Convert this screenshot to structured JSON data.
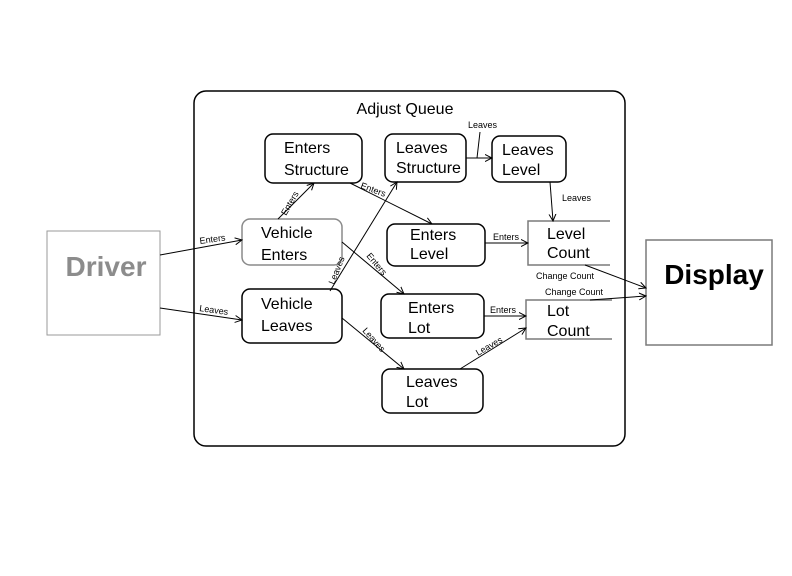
{
  "diagram": {
    "title": "Adjust Queue",
    "nodes": {
      "driver": "Driver",
      "display": "Display",
      "enters_structure": [
        "Enters",
        "Structure"
      ],
      "leaves_structure": [
        "Leaves",
        "Structure"
      ],
      "leaves_level": [
        "Leaves",
        "Level"
      ],
      "vehicle_enters": [
        "Vehicle",
        "Enters"
      ],
      "vehicle_leaves": [
        "Vehicle",
        "Leaves"
      ],
      "enters_level": [
        "Enters",
        "Level"
      ],
      "enters_lot": [
        "Enters",
        "Lot"
      ],
      "leaves_lot": [
        "Leaves",
        "Lot"
      ],
      "level_count": [
        "Level",
        "Count"
      ],
      "lot_count": [
        "Lot",
        "Count"
      ]
    },
    "edges": {
      "driver_to_vehicle_enters": "Enters",
      "driver_to_vehicle_leaves": "Leaves",
      "vehicle_enters_to_enters_structure": "Enters",
      "enters_structure_to_enters_level": "Enters",
      "vehicle_enters_to_enters_lot": "Enters",
      "vehicle_leaves_to_leaves_structure": "Leaves",
      "vehicle_leaves_to_leaves_lot": "Leaves",
      "leaves_structure_to_leaves_level": "Leaves",
      "leaves_level_to_level_count": "Leaves",
      "enters_level_to_level_count": "Enters",
      "enters_lot_to_lot_count": "Enters",
      "leaves_lot_to_lot_count": "Leaves",
      "level_count_to_display": "Change Count",
      "lot_count_to_display": "Change Count"
    }
  },
  "colors": {
    "driver_text": "#8c8c8c",
    "driver_border": "#9a9a9a",
    "display_border": "#7a7a7a",
    "vehicle_enters_border": "#8a8a8a",
    "count_border": "#7a7a7a",
    "stroke": "#000000"
  }
}
